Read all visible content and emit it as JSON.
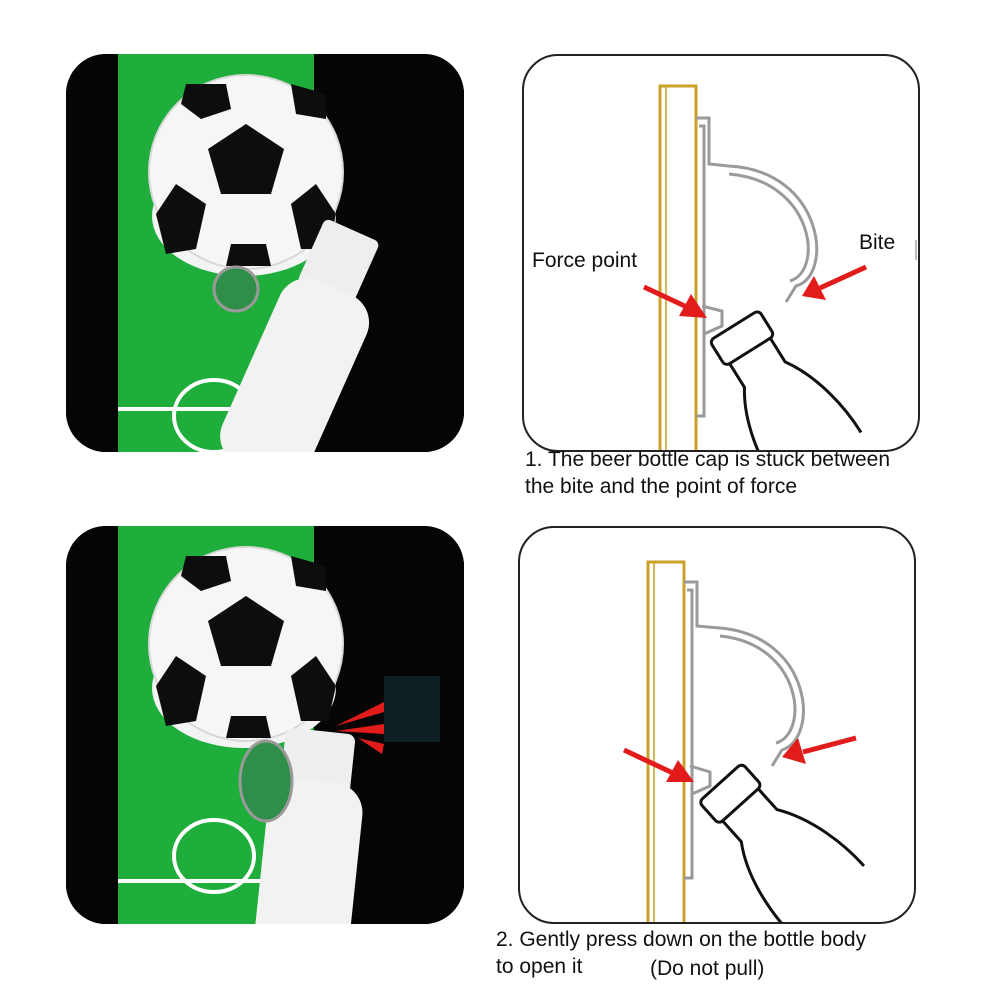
{
  "panel1": {
    "force_label": "Force point",
    "bite_label": "Bite",
    "caption_line1": "1. The beer bottle cap is stuck between",
    "caption_line2": "the bite and the point of force"
  },
  "panel2": {
    "caption_line1": "2. Gently press down on the bottle body",
    "caption_line2": "to open it",
    "caption_note": "(Do not pull)"
  },
  "colors": {
    "pitch_green": "#1fae3c",
    "arrow_red": "#e21b1b",
    "plate_gold": "#c9a227",
    "opener_grey": "#9a9a9a"
  }
}
